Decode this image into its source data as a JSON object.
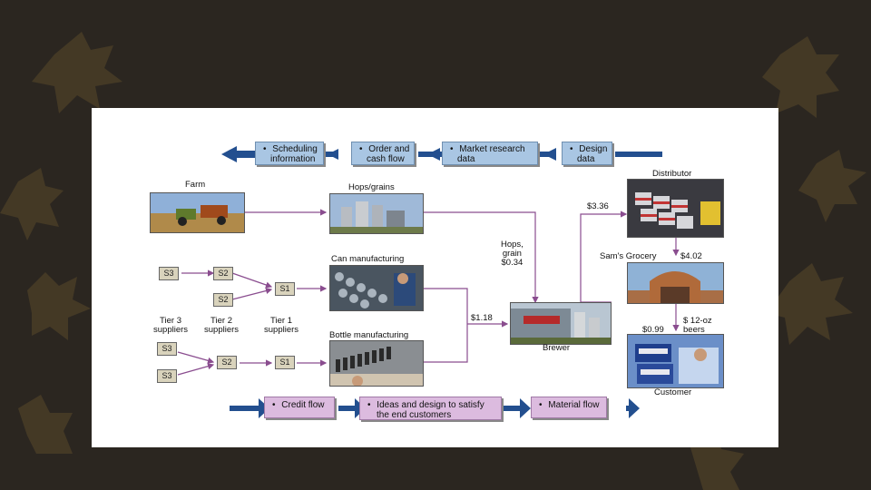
{
  "top_flows": [
    {
      "line1": "Scheduling",
      "line2": "information"
    },
    {
      "line1": "Order and",
      "line2": "cash flow"
    },
    {
      "line1": "Market research",
      "line2": "data"
    },
    {
      "line1": "Design",
      "line2": "data"
    }
  ],
  "bottom_flows": [
    {
      "line1": "Credit flow",
      "line2": ""
    },
    {
      "line1": "Ideas and design to satisfy",
      "line2": "the end customers"
    },
    {
      "line1": "Material flow",
      "line2": ""
    }
  ],
  "nodes": {
    "farm": "Farm",
    "hops_grains": "Hops/grains",
    "can_manufacturing": "Can manufacturing",
    "bottle_manufacturing": "Bottle manufacturing",
    "brewer": "Brewer",
    "distributor": "Distributor",
    "grocery": "Sam's Grocery",
    "customer": "Customer"
  },
  "prices": {
    "distributor": "$3.36",
    "grocery": "$4.02",
    "hops_line1": "Hops,",
    "hops_line2": "grain",
    "hops_line3": "$0.34",
    "brewer": "$1.18",
    "customer": "$0.99",
    "beers_line1": "$ 12-oz",
    "beers_line2": "beers"
  },
  "suppliers": {
    "s3": "S3",
    "s2": "S2",
    "s1": "S1",
    "tier3_line1": "Tier 3",
    "tier3_line2": "suppliers",
    "tier2_line1": "Tier 2",
    "tier2_line2": "suppliers",
    "tier1_line1": "Tier 1",
    "tier1_line2": "suppliers"
  },
  "colors": {
    "arrow_blue": "#234f8f",
    "flow_line": "#8a4d8f",
    "background": "#2b2620"
  }
}
